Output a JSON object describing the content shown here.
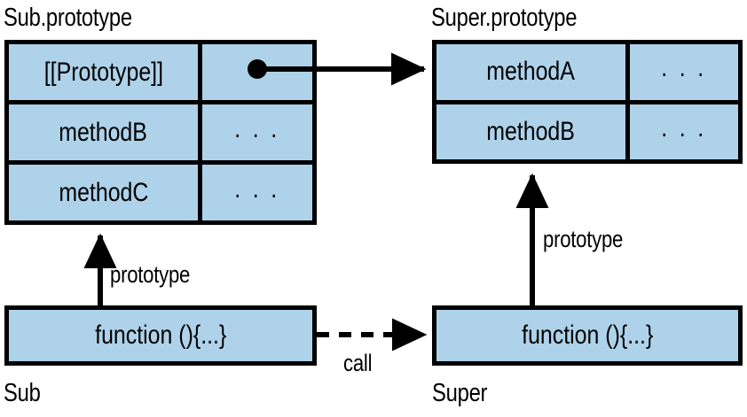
{
  "diagram": {
    "title_sub_prototype": "Sub.prototype",
    "title_super_prototype": "Super.prototype",
    "corner_label_sub": "Sub",
    "corner_label_super": "Super",
    "edge_label_prototype_left": "prototype",
    "edge_label_prototype_right": "prototype",
    "edge_label_call": "call",
    "sub_prototype_table": {
      "rows": [
        {
          "key": "[[Prototype]]",
          "value": ""
        },
        {
          "key": "methodB",
          "value": ". . ."
        },
        {
          "key": "methodC",
          "value": ". . ."
        }
      ]
    },
    "super_prototype_table": {
      "rows": [
        {
          "key": "methodA",
          "value": ". . ."
        },
        {
          "key": "methodB",
          "value": ". . ."
        }
      ]
    },
    "sub_function_box": {
      "text": "function (){...}"
    },
    "super_function_box": {
      "text": "function (){...}"
    },
    "colors": {
      "box_fill": "#aed2ea",
      "stroke": "#000000",
      "background": "#ffffff"
    }
  }
}
